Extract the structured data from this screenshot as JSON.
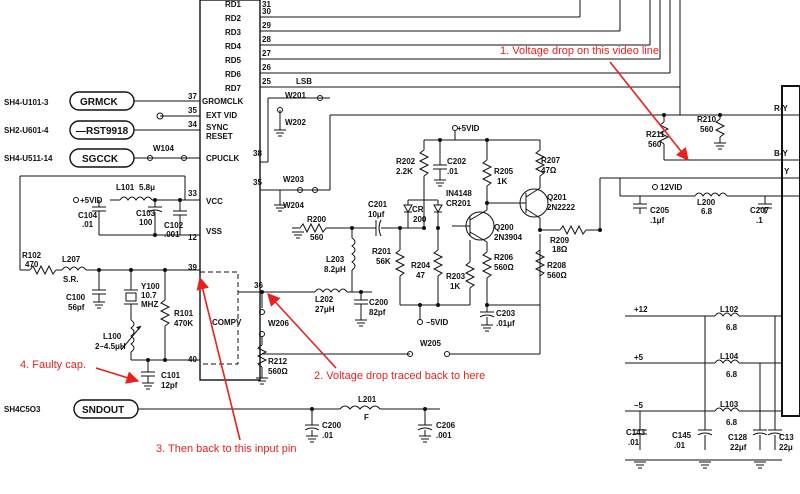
{
  "annotations": {
    "a1": "1. Voltage drop on this video line",
    "a2": "2. Voltage drop traced back to here",
    "a3": "3. Then back to this input pin",
    "a4": "4. Faulty cap."
  },
  "ic": {
    "rd_pins": [
      {
        "label": "RD1",
        "pin": "30"
      },
      {
        "label": "RD2",
        "pin": "29"
      },
      {
        "label": "RD3",
        "pin": "28"
      },
      {
        "label": "RD4",
        "pin": "27"
      },
      {
        "label": "RD5",
        "pin": "26"
      },
      {
        "label": "RD6",
        "pin": "25"
      },
      {
        "label": "RD7",
        "pin": ""
      }
    ],
    "pin31": "31",
    "lsb": "LSB",
    "grmclk": "GROMCLK",
    "ext_vid": "EXT VID",
    "sync": "SYNC",
    "reset": "RESET",
    "cpuclk": "CPUCLK",
    "vcc": "VCC",
    "vss": "VSS",
    "compv": "COMPV",
    "p37": "37",
    "p35": "35",
    "p34": "34",
    "p38": "38",
    "p33": "33",
    "p12": "12",
    "p39": "39",
    "p36": "36",
    "p40": "40"
  },
  "connectors": {
    "c1_ref": "SH4-U101-3",
    "c1": "GRMCK",
    "c2_ref": "SH2-U601-4",
    "c2": "—RST9918",
    "c3_ref": "SH4-U511-14",
    "c3": "SGCCK",
    "c4_ref": "SH4C5O3",
    "c4": "SNDOUT"
  },
  "components": {
    "w104": "W104",
    "vid5": "+5VID",
    "l101": "L101",
    "l101v": "5.8μ",
    "c104": "C104",
    "c104v": ".01",
    "c103": "C103",
    "c103v": "100",
    "c102": "C102",
    "c102v": ".001",
    "r102": "R102",
    "r102v": "470",
    "l207": "L207",
    "l207v": "S.R.",
    "c100": "C100",
    "c100v": "56pf",
    "y100": "Y100",
    "y100v": "10.7",
    "y100u": "MHZ",
    "r101": "R101",
    "r101v": "470K",
    "l100": "L100",
    "l100v": "2–4.5μH",
    "c101": "C101",
    "c101v": "12pf",
    "w201": "W201",
    "w202": "W202",
    "w203": "W203",
    "w204": "W204",
    "w206": "W206",
    "w205": "W205",
    "r212": "R212",
    "r212v": "560Ω",
    "r200": "R200",
    "r200v": "560",
    "c201": "C201",
    "c201v": "10μf",
    "l203": "L203",
    "l203v": "8.2μH",
    "l202": "L202",
    "l202v": "27μH",
    "c200": "C200",
    "c200v": "82pf",
    "r201": "R201",
    "r201v": "56K",
    "r204": "R204",
    "r204v": "47",
    "r203": "R203",
    "r203v": "1K",
    "m5vid": "–5VID",
    "p5vid": "+5VID",
    "r202": "R202",
    "r202v": "2.2K",
    "c202": "C202",
    "c202v": ".01",
    "d": "IN4148",
    "dref": "CR201",
    "cr": "CR",
    "crv": "200",
    "r205": "R205",
    "r205v": "1K",
    "r207": "R207",
    "r207v": "47Ω",
    "q201": "Q201",
    "q201v": "2N2222",
    "q200": "Q200",
    "q200v": "2N3904",
    "r206": "R206",
    "r206v": "560Ω",
    "c203": "C203",
    "c203v": ".01μf",
    "r209": "R209",
    "r209v": "18Ω",
    "r208": "R208",
    "r208v": "560Ω",
    "r211": "R211",
    "r211v": "560",
    "r210": "R210",
    "r210v": "560",
    "ry": "R-Y",
    "by": "B-Y",
    "y": "Y",
    "vid12": "12VID",
    "c205": "C205",
    "c205v": ".1μf",
    "l200": "L200",
    "l200v": "6.8",
    "c207": "C207",
    "c207v": ".1",
    "p12": "+12",
    "p5": "+5",
    "m5": "–5",
    "l102": "L102",
    "l102v": "6.8",
    "l104": "L104",
    "l104v": "6.8",
    "l103": "L103",
    "l103v": "6.8",
    "l201": "L201",
    "l201v": "F",
    "c207b": "C200",
    "c207bv": ".01",
    "c206": "C206",
    "c206v": ".001",
    "c143": "C143",
    "c143v": ".01",
    "c145": "C145",
    "c145v": ".01",
    "c128": "C128",
    "c128v": "22μf",
    "c13": "C13",
    "c13v": "22μ"
  },
  "colors": {
    "annotation": "#e8211c",
    "ink": "#111111",
    "background": "#ffffff"
  }
}
